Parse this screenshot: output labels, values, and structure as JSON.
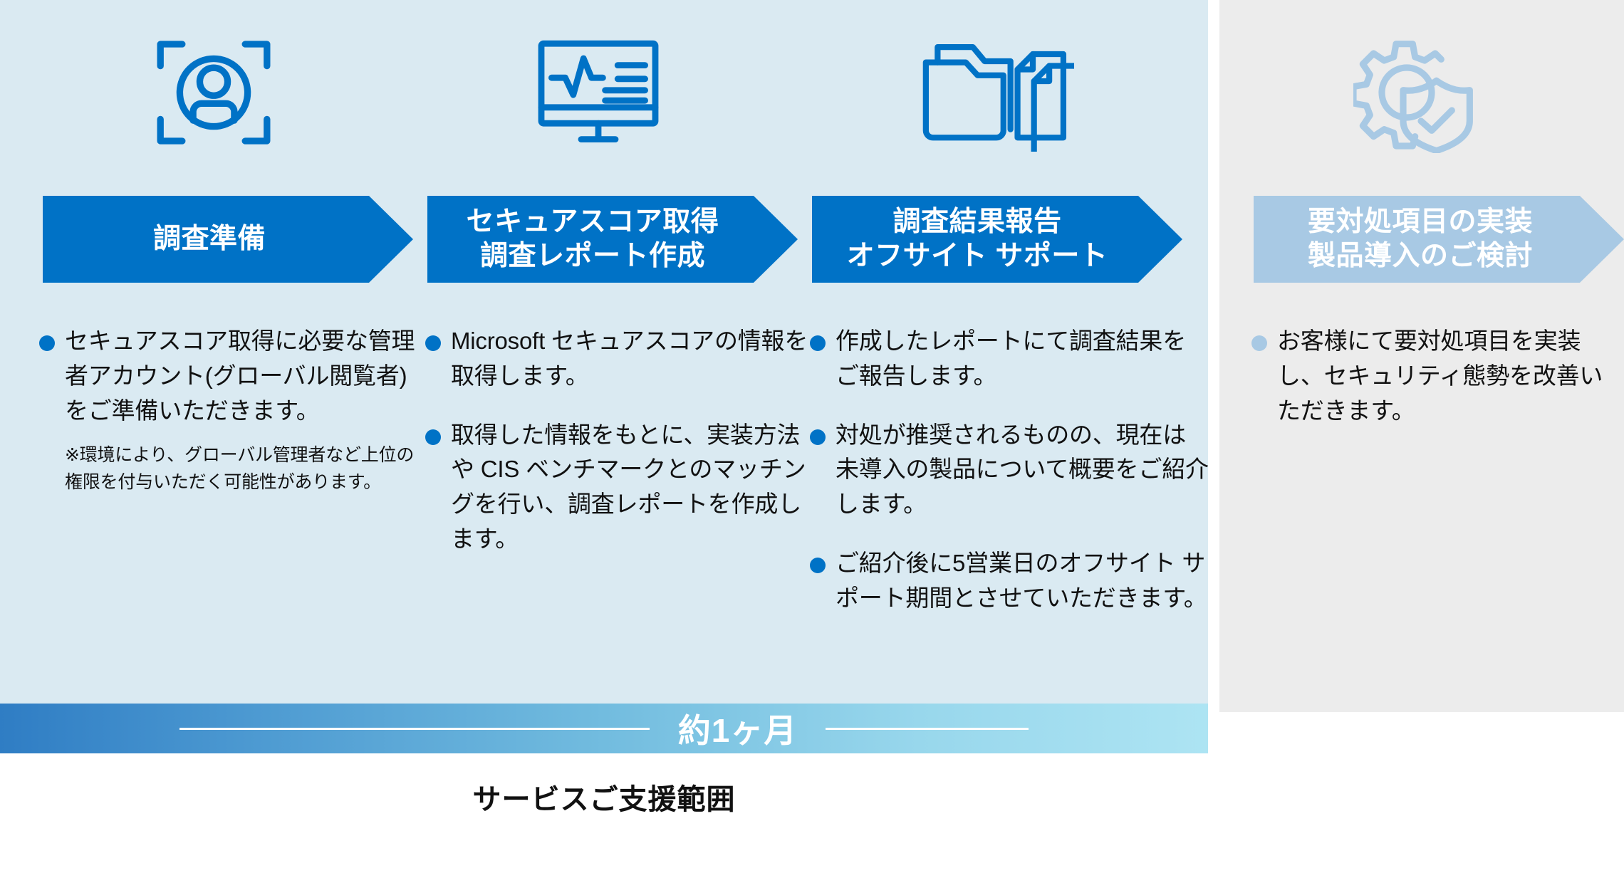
{
  "diagram": {
    "caption": "サービスご支援範囲",
    "duration": {
      "label": "約1ヶ月"
    },
    "colors": {
      "panel_main_bg": "#daeaf2",
      "panel_side_bg": "#ececec",
      "accent_blue": "#0072c6",
      "muted_blue": "#a8c9e4",
      "bar_gradient_start": "#2f7dc4",
      "bar_gradient_end": "#ade4f3"
    },
    "columns": [
      {
        "icon": "person-scan-icon",
        "banner": "調査準備",
        "banner_color": "#0072c6",
        "bullets": [
          "セキュアスコア取得に必要な管理者アカウント(グローバル閲覧者)をご準備いただきます。"
        ],
        "note": "※環境により、グローバル管理者など上位の権限を付与いただく可能性があります。"
      },
      {
        "icon": "monitor-chart-icon",
        "banner": "セキュアスコア取得\n調査レポート作成",
        "banner_color": "#0072c6",
        "bullets": [
          "Microsoft セキュアスコアの情報を取得します。",
          "取得した情報をもとに、実装方法や CIS ベンチマークとのマッチングを行い、調査レポートを作成します。"
        ],
        "note": ""
      },
      {
        "icon": "folders-documents-icon",
        "banner": "調査結果報告\nオフサイト サポート",
        "banner_color": "#0072c6",
        "bullets": [
          "作成したレポートにて調査結果をご報告します。",
          "対処が推奨されるものの、現在は未導入の製品について概要をご紹介します。",
          "ご紹介後に5営業日のオフサイト サポート期間とさせていただきます。"
        ],
        "note": ""
      },
      {
        "icon": "gear-shield-icon",
        "banner": "要対処項目の実装\n製品導入のご検討",
        "banner_color": "#a8c9e4",
        "bullets": [
          "お客様にて要対処項目を実装し、セキュリティ態勢を改善いただきます。"
        ],
        "note": ""
      }
    ]
  }
}
